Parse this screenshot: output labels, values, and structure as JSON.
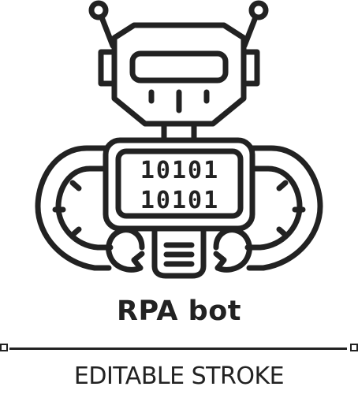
{
  "icon": {
    "name": "rpa-bot-icon",
    "stroke_color": "#222222",
    "binary_row_1": "10101",
    "binary_row_2": "10101"
  },
  "caption": "RPA bot",
  "footer_label": "EDITABLE STROKE"
}
